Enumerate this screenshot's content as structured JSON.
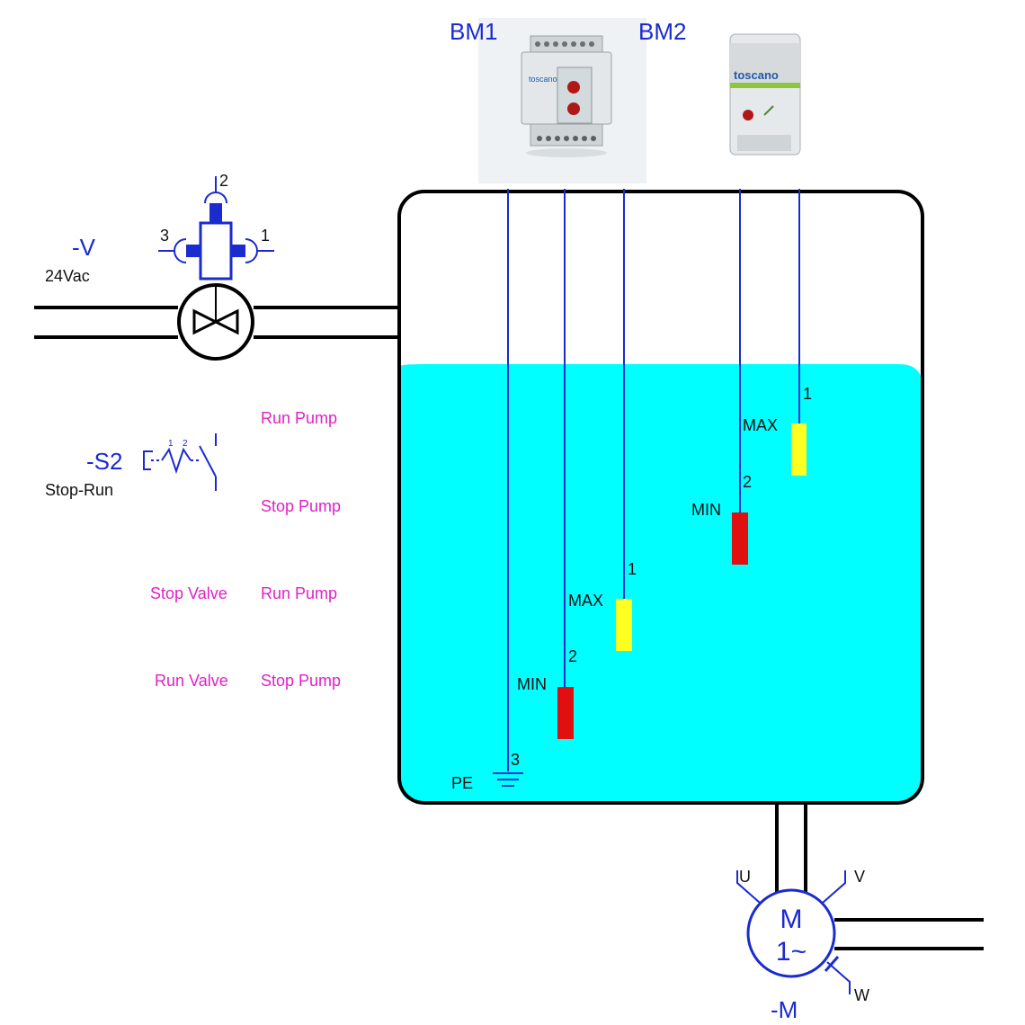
{
  "modules": {
    "bm1_label": "BM1",
    "bm2_label": "BM2",
    "bm1_brand": "toscano",
    "bm2_brand": "toscano"
  },
  "valve": {
    "name": "-V",
    "voltage": "24Vac",
    "port1": "1",
    "port2": "2",
    "port3": "3"
  },
  "switch": {
    "name": "-S2",
    "caption": "Stop-Run",
    "pos1": "1",
    "pos2": "2"
  },
  "actions": {
    "run_pump_1": "Run Pump",
    "stop_pump_1": "Stop Pump",
    "stop_valve": "Stop Valve",
    "run_pump_2": "Run Pump",
    "run_valve": "Run Valve",
    "stop_pump_2": "Stop Pump"
  },
  "probes": {
    "bm2_max": "MAX",
    "bm2_max_num": "1",
    "bm2_min": "MIN",
    "bm2_min_num": "2",
    "bm1_max": "MAX",
    "bm1_max_num": "1",
    "bm1_min": "MIN",
    "bm1_min_num": "2",
    "ground_num": "3",
    "pe": "PE"
  },
  "motor": {
    "letter": "M",
    "phase": "1~",
    "name": "-M",
    "u": "U",
    "v": "V",
    "w": "W"
  },
  "colors": {
    "water": "#00ffff",
    "wire": "#1a2bd0",
    "max_probe": "#ffff22",
    "min_probe": "#e01010",
    "action_text": "#e020c8"
  }
}
